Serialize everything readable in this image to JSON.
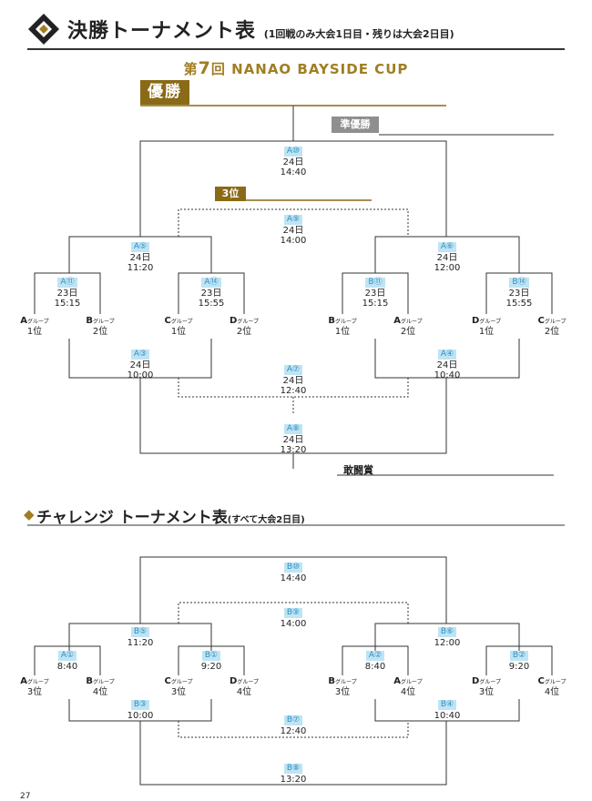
{
  "header": {
    "title": "決勝トーナメント表",
    "note": "(1回戦のみ大会1日目・残りは大会2日目)",
    "cup_prefix": "第",
    "cup_number": "7",
    "cup_suffix": "回",
    "cup_name": "NANAO BAYSIDE CUP"
  },
  "labels": {
    "champion": "優勝",
    "runner_up": "準優勝",
    "third": "3位",
    "fighting_spirit": "敢闘賞"
  },
  "colors": {
    "gold": "#8a6a16",
    "runner_up": "#8f8f8f",
    "game_badge_bg": "#bfe4f4",
    "game_badge_text": "#2f8fc0"
  },
  "group_suffix": "グループ",
  "main": {
    "games": [
      {
        "id": "A⑩",
        "day": "24日",
        "time": "14:40"
      },
      {
        "id": "A⑨",
        "day": "24日",
        "time": "14:00"
      },
      {
        "id": "A⑤",
        "day": "24日",
        "time": "11:20"
      },
      {
        "id": "A⑥",
        "day": "24日",
        "time": "12:00"
      },
      {
        "id": "A⑪",
        "day": "23日",
        "time": "15:15"
      },
      {
        "id": "A⑭",
        "day": "23日",
        "time": "15:55"
      },
      {
        "id": "B⑪",
        "day": "23日",
        "time": "15:15"
      },
      {
        "id": "B⑭",
        "day": "23日",
        "time": "15:55"
      },
      {
        "id": "A③",
        "day": "24日",
        "time": "10:00"
      },
      {
        "id": "A④",
        "day": "24日",
        "time": "10:40"
      },
      {
        "id": "A⑦",
        "day": "24日",
        "time": "12:40"
      },
      {
        "id": "A⑧",
        "day": "24日",
        "time": "13:20"
      }
    ],
    "teams": [
      {
        "group": "A",
        "rank": "1位"
      },
      {
        "group": "B",
        "rank": "2位"
      },
      {
        "group": "C",
        "rank": "1位"
      },
      {
        "group": "D",
        "rank": "2位"
      },
      {
        "group": "B",
        "rank": "1位"
      },
      {
        "group": "A",
        "rank": "2位"
      },
      {
        "group": "D",
        "rank": "1位"
      },
      {
        "group": "C",
        "rank": "2位"
      }
    ]
  },
  "challenge": {
    "title": "チャレンジ トーナメント表",
    "note": "(すべて大会2日目)",
    "games": [
      {
        "id": "B⑩",
        "day": "",
        "time": "14:40"
      },
      {
        "id": "B⑨",
        "day": "",
        "time": "14:00"
      },
      {
        "id": "B⑤",
        "day": "",
        "time": "11:20"
      },
      {
        "id": "B⑥",
        "day": "",
        "time": "12:00"
      },
      {
        "id": "A①",
        "day": "",
        "time": "8:40"
      },
      {
        "id": "B①",
        "day": "",
        "time": "9:20"
      },
      {
        "id": "A②",
        "day": "",
        "time": "8:40"
      },
      {
        "id": "B②",
        "day": "",
        "time": "9:20"
      },
      {
        "id": "B③",
        "day": "",
        "time": "10:00"
      },
      {
        "id": "B④",
        "day": "",
        "time": "10:40"
      },
      {
        "id": "B⑦",
        "day": "",
        "time": "12:40"
      },
      {
        "id": "B⑧",
        "day": "",
        "time": "13:20"
      }
    ],
    "teams": [
      {
        "group": "A",
        "rank": "3位"
      },
      {
        "group": "B",
        "rank": "4位"
      },
      {
        "group": "C",
        "rank": "3位"
      },
      {
        "group": "D",
        "rank": "4位"
      },
      {
        "group": "B",
        "rank": "3位"
      },
      {
        "group": "A",
        "rank": "4位"
      },
      {
        "group": "D",
        "rank": "3位"
      },
      {
        "group": "C",
        "rank": "4位"
      }
    ]
  },
  "page_number": "27"
}
